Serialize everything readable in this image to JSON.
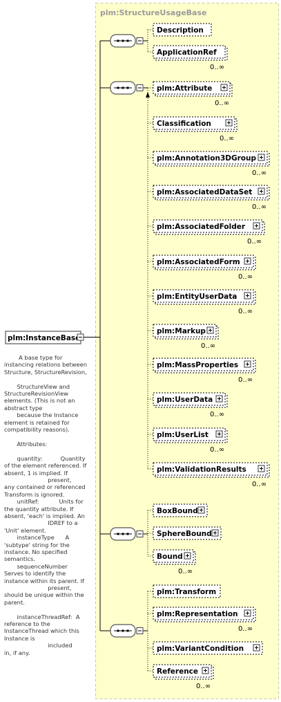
{
  "group_title": "plm:StructureUsageBase",
  "root": {
    "label": "plm:InstanceBase"
  },
  "sequences": [
    {
      "id": "seq1",
      "elements": [
        {
          "label": "Description",
          "occurrence": "",
          "expandable": false,
          "optional": true,
          "shadow": false
        },
        {
          "label": "ApplicationRef",
          "occurrence": "0..∞",
          "expandable": false,
          "optional": true,
          "shadow": true
        }
      ]
    },
    {
      "id": "seq2",
      "elements": [
        {
          "label": "plm:Attribute",
          "occurrence": "0..∞",
          "expandable": true,
          "optional": true,
          "shadow": true
        },
        {
          "label": "Classification",
          "occurrence": "0..∞",
          "expandable": true,
          "optional": true,
          "shadow": true
        },
        {
          "label": "plm:Annotation3DGroup",
          "occurrence": "0..∞",
          "expandable": true,
          "optional": true,
          "shadow": true
        },
        {
          "label": "plm:AssociatedDataSet",
          "occurrence": "0..∞",
          "expandable": true,
          "optional": true,
          "shadow": true
        },
        {
          "label": "plm:AssociatedFolder",
          "occurrence": "0..∞",
          "expandable": true,
          "optional": true,
          "shadow": true
        },
        {
          "label": "plm:AssociatedForm",
          "occurrence": "0..∞",
          "expandable": true,
          "optional": true,
          "shadow": true
        },
        {
          "label": "plm:EntityUserData",
          "occurrence": "0..∞",
          "expandable": true,
          "optional": true,
          "shadow": true
        },
        {
          "label": "plm:Markup",
          "occurrence": "0..∞",
          "expandable": true,
          "optional": true,
          "shadow": true
        },
        {
          "label": "plm:MassProperties",
          "occurrence": "0..∞",
          "expandable": true,
          "optional": true,
          "shadow": true
        },
        {
          "label": "plm:UserData",
          "occurrence": "0..∞",
          "expandable": true,
          "optional": true,
          "shadow": true
        },
        {
          "label": "plm:UserList",
          "occurrence": "0..∞",
          "expandable": true,
          "optional": true,
          "shadow": true
        },
        {
          "label": "plm:ValidationResults",
          "occurrence": "0..∞",
          "expandable": true,
          "optional": true,
          "shadow": true
        }
      ]
    },
    {
      "id": "seq3",
      "elements": [
        {
          "label": "BoxBound",
          "occurrence": "",
          "expandable": true,
          "optional": true,
          "shadow": false
        },
        {
          "label": "SphereBound",
          "occurrence": "",
          "expandable": true,
          "optional": true,
          "shadow": false
        },
        {
          "label": "Bound",
          "occurrence": "0..∞",
          "expandable": true,
          "optional": true,
          "shadow": true
        }
      ]
    },
    {
      "id": "seq4",
      "elements": [
        {
          "label": "plm:Transform",
          "occurrence": "",
          "expandable": false,
          "optional": true,
          "shadow": false
        },
        {
          "label": "plm:Representation",
          "occurrence": "0..∞",
          "expandable": true,
          "optional": true,
          "shadow": true
        },
        {
          "label": "plm:VariantCondition",
          "occurrence": "",
          "expandable": true,
          "optional": true,
          "shadow": false
        },
        {
          "label": "Reference",
          "occurrence": "0..∞",
          "expandable": true,
          "optional": true,
          "shadow": true
        }
      ]
    }
  ],
  "documentation": "        A base type for\ninstancing relations between\nStructure, StructureRevision,\n\n       StructureView and\nStructureRevisionView\nelements. (This is not an\nabstract type\n       because the Instance\nelement is retained for\ncompatibility reasons).\n\n       Attributes:\n\n       quantity:          Quantity\nof the element referenced. If\nabsent, 1 is implied. If\n                        present,\nany contained or referenced\nTransform is ignored.\n       unitRef:           Units for\nthe quantity attribute. If\nabsent, 'each' is implied. An\n                        IDREF to a\n'Unit' element.\n       instanceType      A\n'subtype' string for the\ninstance. No specified\nsemantics.\n       sequenceNumber\nServes to identify the\ninstance within its parent. If\n                        present,\nshould be unique within the\nparent.\n\n       instanceThreadRef:  A\nreference to the\nInstanceThread which this\nInstance is\n                        included\nin, if any."
}
